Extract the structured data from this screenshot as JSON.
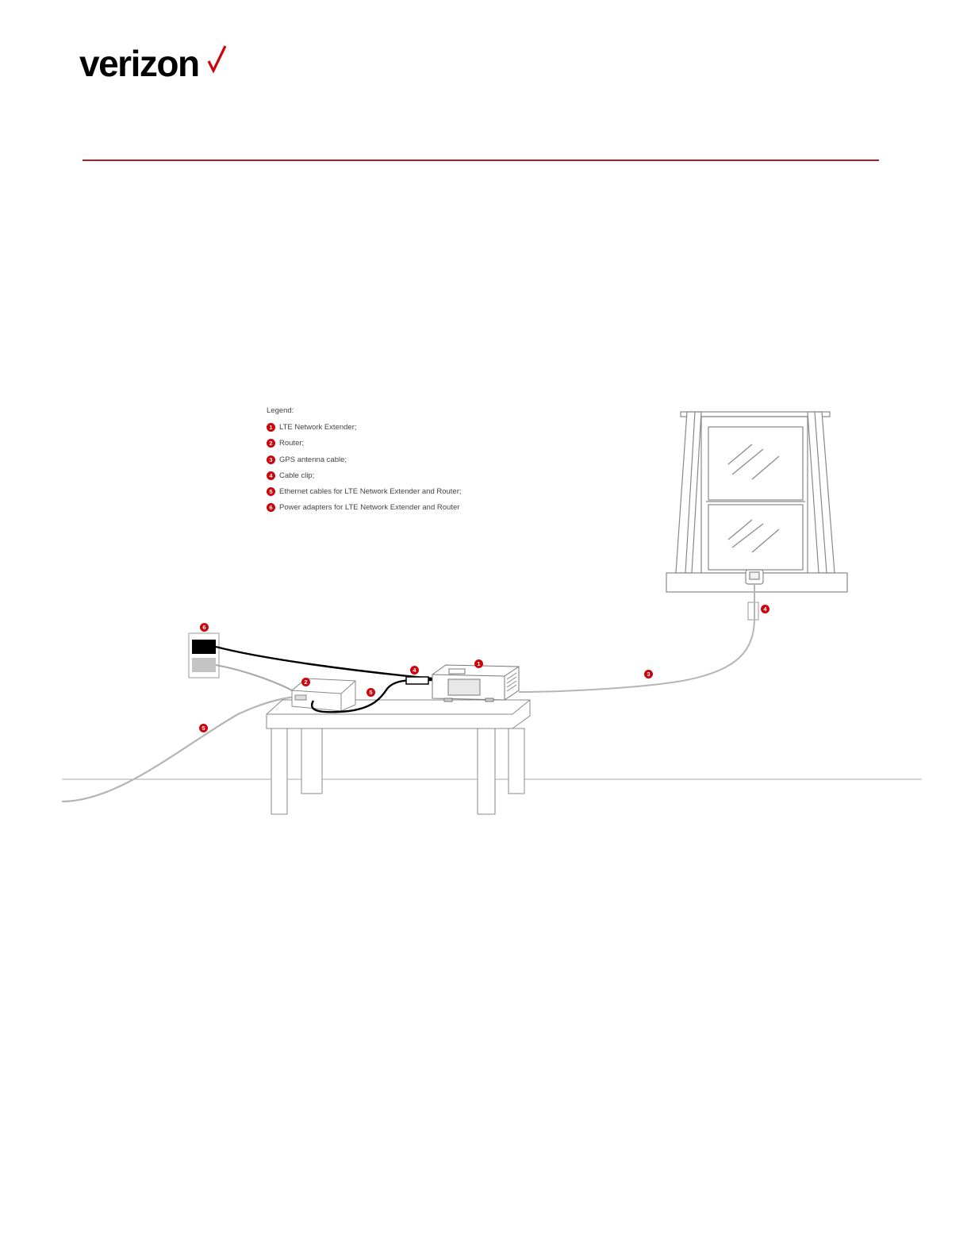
{
  "brand": {
    "logo_text": "verizon",
    "accent_color": "#cd040b",
    "rule_color": "#b01e23"
  },
  "legend": {
    "title": "Legend:",
    "items": [
      {
        "num": "1",
        "label": "LTE Network Extender;"
      },
      {
        "num": "2",
        "label": "Router;"
      },
      {
        "num": "3",
        "label": "GPS antenna cable;"
      },
      {
        "num": "4",
        "label": "Cable clip;"
      },
      {
        "num": "5",
        "label": "Ethernet cables for LTE Network Extender and Router;"
      },
      {
        "num": "6",
        "label": "Power adapters for LTE Network Extender and Router"
      }
    ]
  },
  "callouts": {
    "extender": "1",
    "router": "2",
    "gps_cable": "3",
    "clip_window": "4",
    "clip_table": "4",
    "ethernet_desk": "5",
    "ethernet_floor": "5",
    "power": "6"
  }
}
